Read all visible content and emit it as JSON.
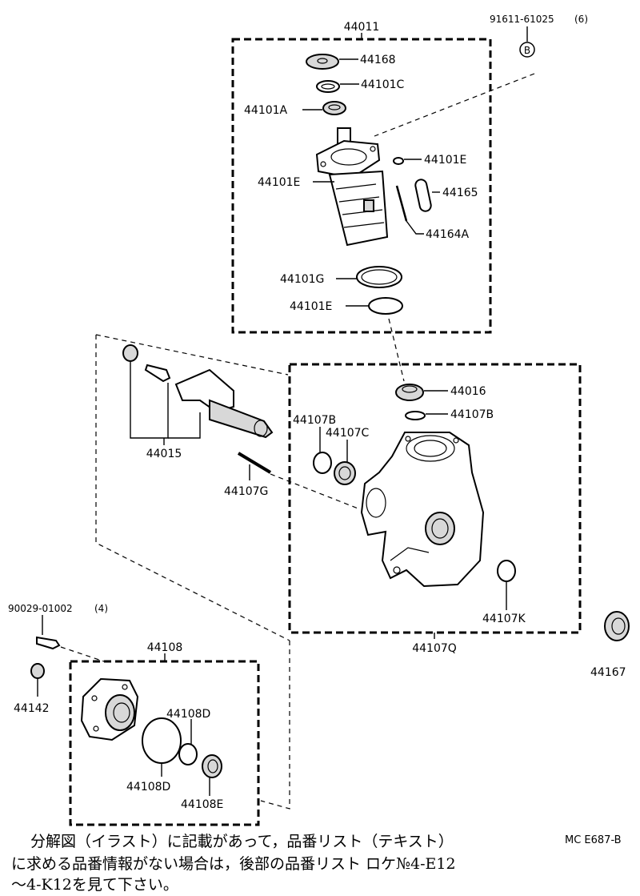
{
  "parts": {
    "p44011": "44011",
    "p91611": "91611-61025",
    "p91611_qty": "(6)",
    "marker_b": "B",
    "p44168": "44168",
    "p44101C": "44101C",
    "p44101A": "44101A",
    "p44101E_1": "44101E",
    "p44101E_2": "44101E",
    "p44165": "44165",
    "p44164A": "44164A",
    "p44101G": "44101G",
    "p44101E_3": "44101E",
    "p44016": "44016",
    "p44107B_1": "44107B",
    "p44107B_2": "44107B",
    "p44107C": "44107C",
    "p44015": "44015",
    "p44107G": "44107G",
    "p44107K": "44107K",
    "p44107Q": "44107Q",
    "p44167": "44167",
    "p90029": "90029-01002",
    "p90029_qty": "(4)",
    "p44108": "44108",
    "p44142": "44142",
    "p44108D_1": "44108D",
    "p44108D_2": "44108D",
    "p44108E": "44108E"
  },
  "notes": {
    "line1": "分解図（イラスト）に記載があって，品番リスト（テキスト）",
    "line2": "に求める品番情報がない場合は，後部の品番リスト ロケ№4-E12",
    "line3": "～4-K12を見て下さい。",
    "code": "MC E687-B"
  }
}
